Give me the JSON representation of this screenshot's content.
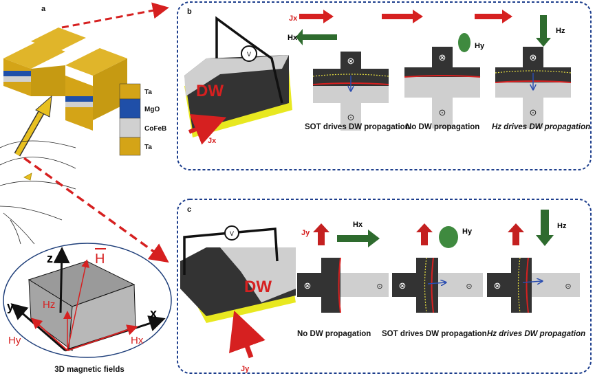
{
  "panels": {
    "a": {
      "label": "a",
      "layers": [
        "Ta",
        "MgO",
        "CoFeB",
        "Ta"
      ],
      "layer_colors": [
        "#d4a417",
        "#1f4fa8",
        "#d0d0d0",
        "#d4a417"
      ],
      "field_caption": "3D magnetic fields",
      "axes": {
        "x": "x",
        "y": "y",
        "z": "z"
      },
      "field_labels": {
        "H": "H",
        "Hx": "Hx",
        "Hy": "Hy",
        "Hz": "Hz"
      }
    },
    "b": {
      "label": "b",
      "device_label": "DW",
      "voltmeter": "V",
      "current": "Jx",
      "fields": [
        "Hx",
        "Hy",
        "Hz"
      ],
      "captions": [
        "SOT drives DW propagation",
        "No DW propagation",
        "Hz drives DW propagation"
      ]
    },
    "c": {
      "label": "c",
      "device_label": "DW",
      "voltmeter": "V",
      "current": "Jy",
      "fields": [
        "Hx",
        "Hy",
        "Hz"
      ],
      "captions": [
        "No DW propagation",
        "SOT drives DW propagation",
        "Hz drives DW propagation"
      ]
    }
  },
  "symbols": {
    "into": "⊗",
    "out": "⊙"
  },
  "colors": {
    "current": "#d62020",
    "field": "#2e6b2e",
    "frame": "#1c3d8c",
    "substrate": "#e8e820",
    "dark_domain": "#333333",
    "light_domain": "#cfcfcf"
  }
}
